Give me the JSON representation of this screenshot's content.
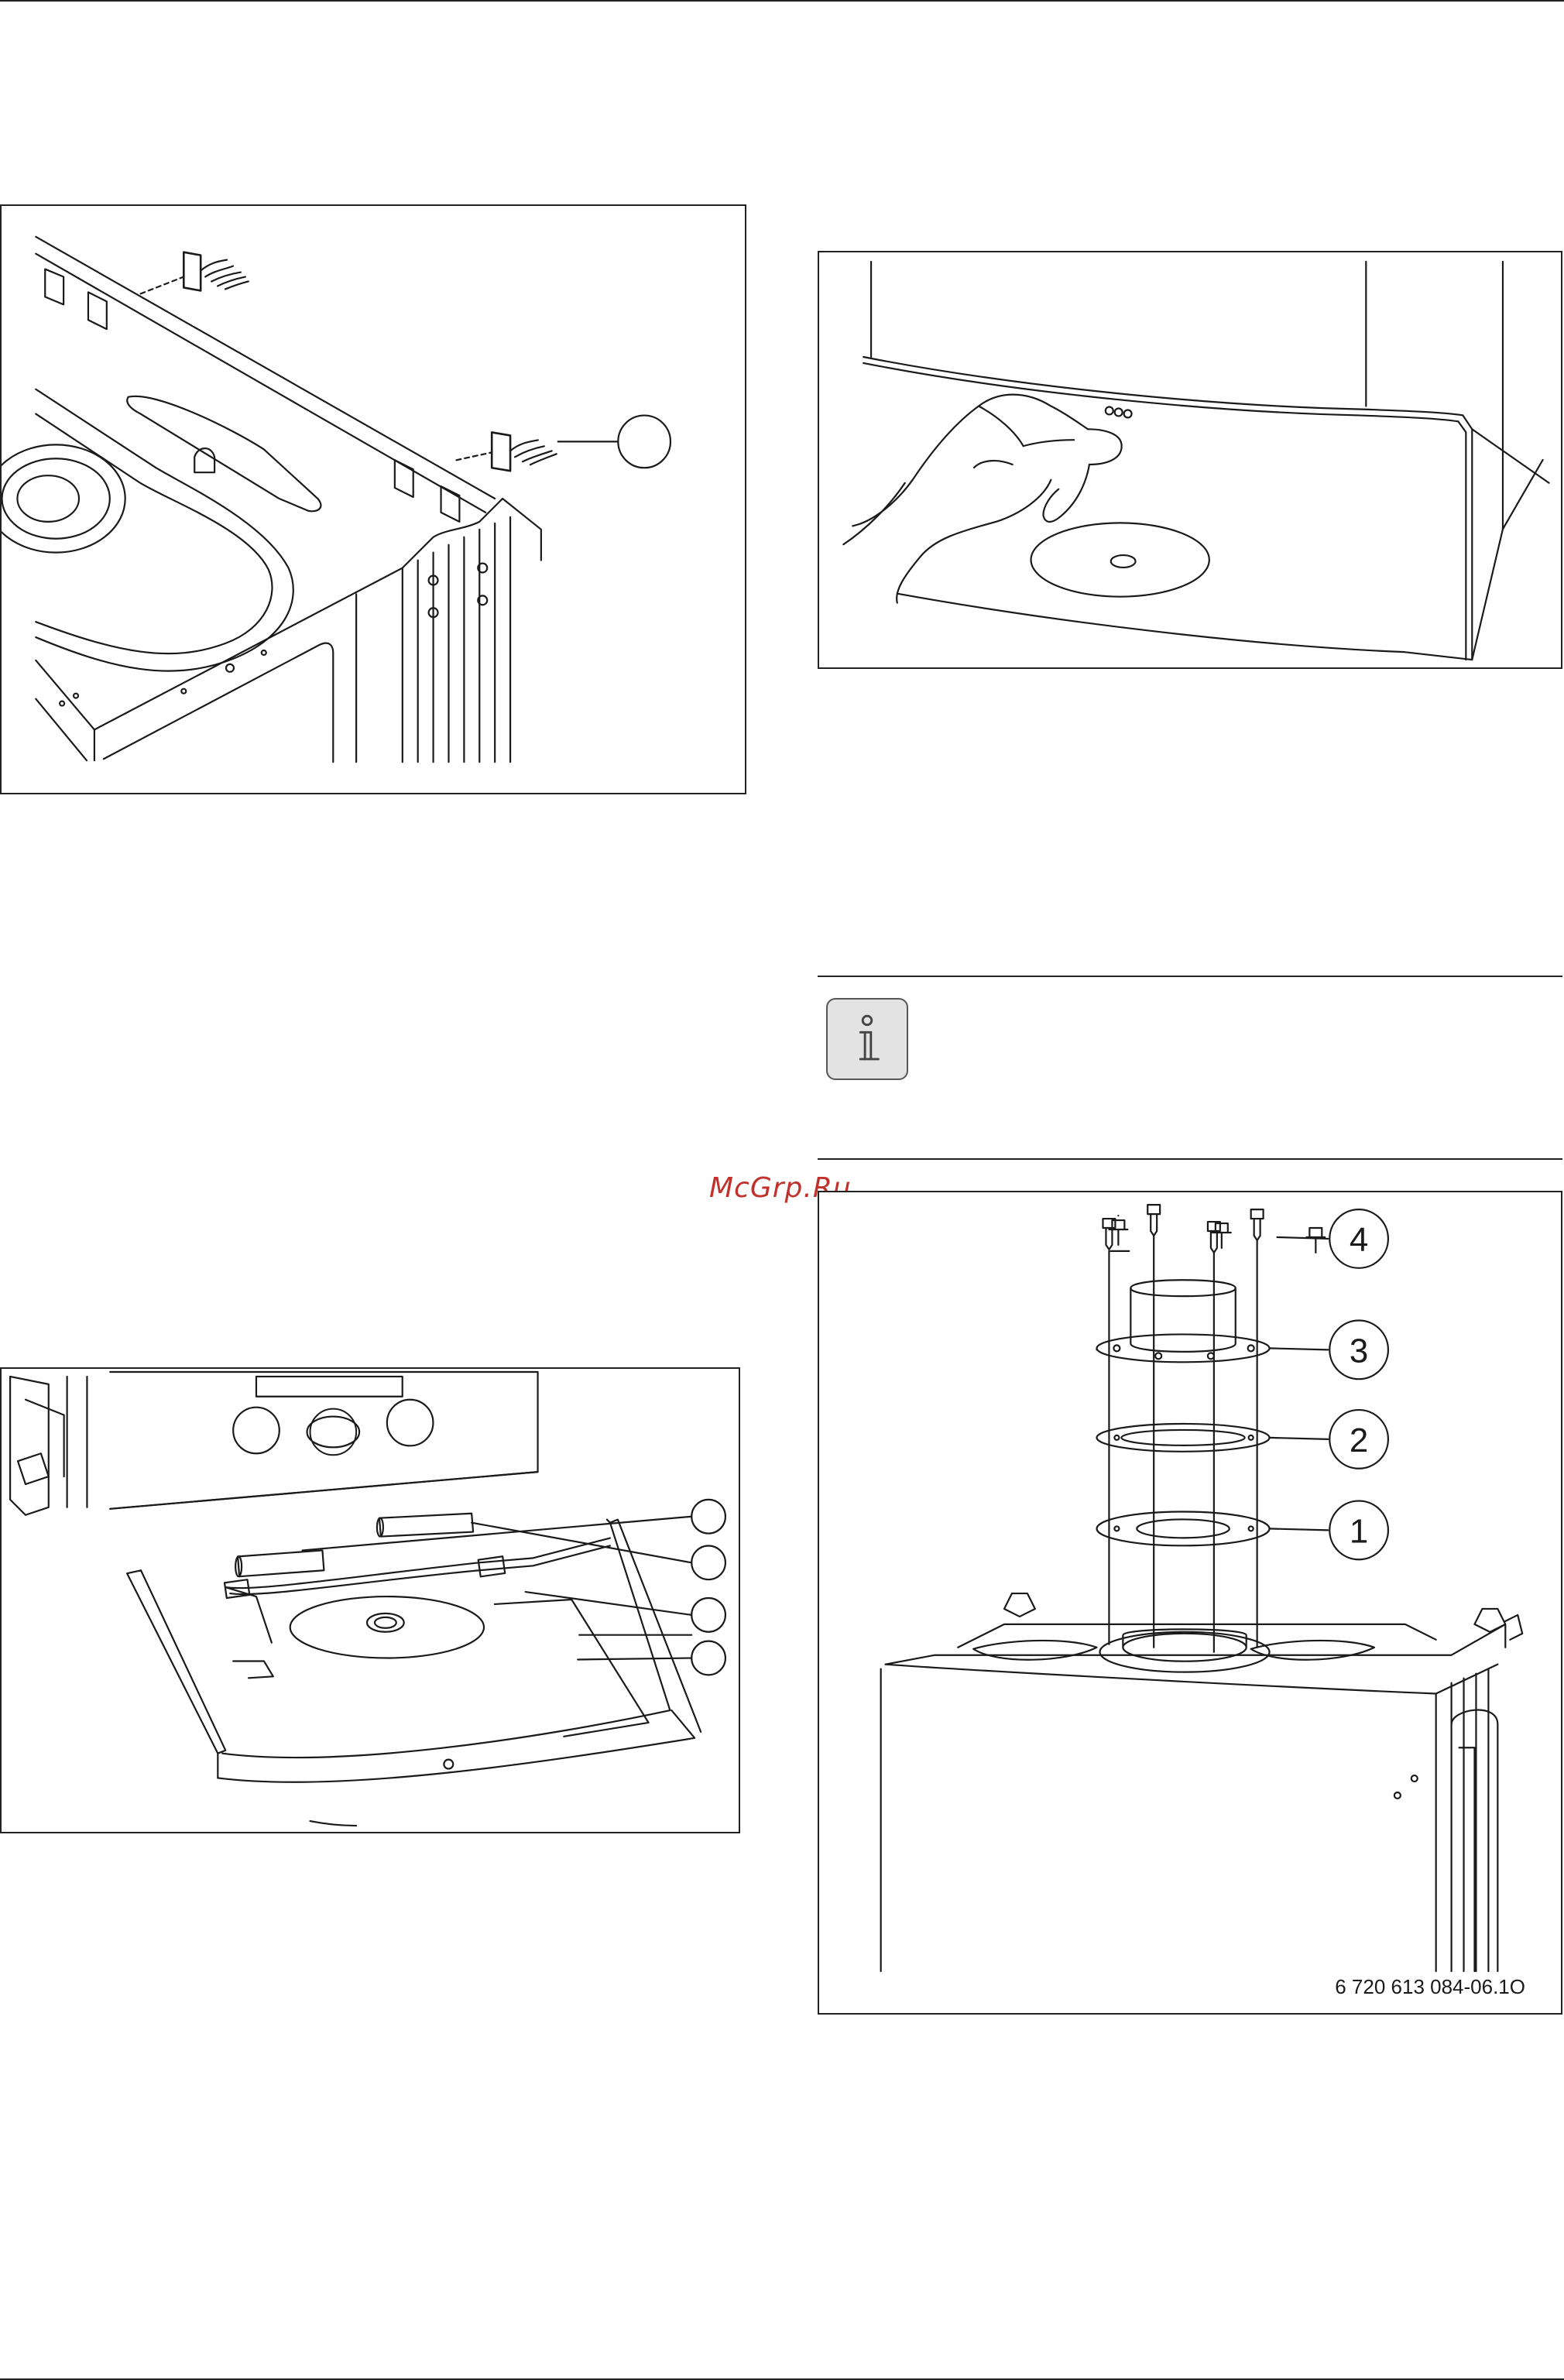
{
  "watermark": "McGrp.Ru",
  "info_icon": "info-icon",
  "figures": {
    "lid_clips": {
      "callouts": [
        ""
      ]
    },
    "front_panel": {
      "callouts": []
    },
    "bottom_panel": {
      "callouts": [
        "",
        "",
        "",
        ""
      ]
    },
    "flue_adapter": {
      "callouts": [
        "4",
        "3",
        "2",
        "1"
      ],
      "code": "6 720 613 084-06.1O"
    }
  },
  "colors": {
    "line": "#1a1a1a",
    "watermark": "#c0322b",
    "info_bg": "#e3e3e3"
  }
}
